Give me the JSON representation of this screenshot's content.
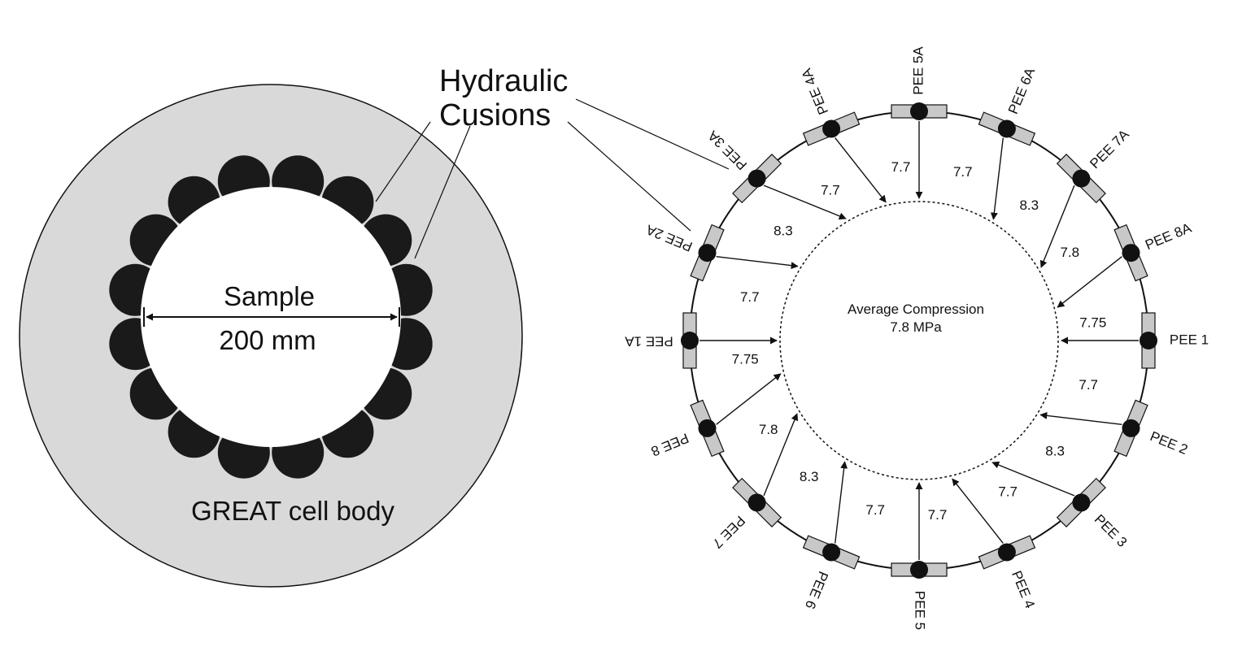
{
  "left_diagram": {
    "hydraulic_label_line1": "Hydraulic",
    "hydraulic_label_line2": "Cusions",
    "sample_label": "Sample",
    "diameter_label": "200 mm",
    "body_label": "GREAT cell body"
  },
  "right_diagram": {
    "center_label_line1": "Average Compression",
    "center_label_line2": "7.8 MPa"
  },
  "sensors": [
    {
      "label": "PEE 1",
      "angle_deg": 0,
      "pressure": "7.75"
    },
    {
      "label": "PEE 2",
      "angle_deg": 22.5,
      "pressure": "7.7"
    },
    {
      "label": "PEE 3",
      "angle_deg": 45,
      "pressure": "8.3"
    },
    {
      "label": "PEE 4",
      "angle_deg": 67.5,
      "pressure": "7.7"
    },
    {
      "label": "PEE 5",
      "angle_deg": 90,
      "pressure": "7.7"
    },
    {
      "label": "PEE 6",
      "angle_deg": 112.5,
      "pressure": "7.7"
    },
    {
      "label": "PEE 7",
      "angle_deg": 135,
      "pressure": "8.3"
    },
    {
      "label": "PEE 8",
      "angle_deg": 157.5,
      "pressure": "7.8"
    },
    {
      "label": "PEE 1A",
      "angle_deg": 180,
      "pressure": "7.75"
    },
    {
      "label": "PEE 2A",
      "angle_deg": 202.5,
      "pressure": "7.7"
    },
    {
      "label": "PEE 3A",
      "angle_deg": 225,
      "pressure": "8.3"
    },
    {
      "label": "PEE 4A",
      "angle_deg": 247.5,
      "pressure": "7.7"
    },
    {
      "label": "PEE 5A",
      "angle_deg": 270,
      "pressure": "7.7"
    },
    {
      "label": "PEE 6A",
      "angle_deg": 292.5,
      "pressure": "7.7"
    },
    {
      "label": "PEE 7A",
      "angle_deg": 315,
      "pressure": "8.3"
    },
    {
      "label": "PEE 8A",
      "angle_deg": 337.5,
      "pressure": "7.8"
    }
  ],
  "colors": {
    "body_fill": "#d9d9d9",
    "cushion_fill": "#1a1a1a",
    "sensor_fill": "#c8c8c8",
    "line": "#111111"
  }
}
